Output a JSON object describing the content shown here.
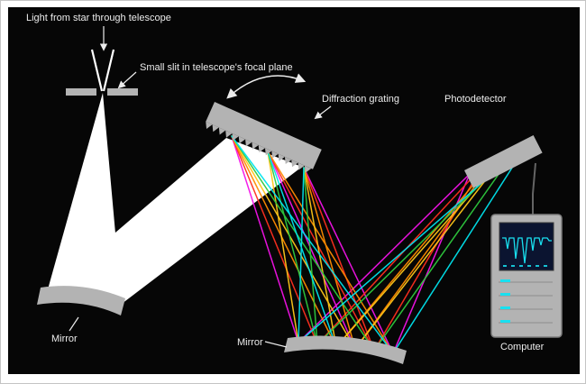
{
  "diagram": {
    "labels": {
      "light_source": "Light from star through telescope",
      "slit": "Small slit in telescope's focal plane",
      "diffraction_grating": "Diffraction grating",
      "photodetector": "Photodetector",
      "mirror_left": "Mirror",
      "mirror_center": "Mirror",
      "computer": "Computer"
    },
    "colors": {
      "background": "#060606",
      "frame": "#ffffff",
      "component_gray": "#b3b3b3",
      "beam_white": "#ffffff",
      "label_text": "#ececec",
      "ray_magenta": "#f412e8",
      "ray_red": "#ff2f1f",
      "ray_orange": "#ff8c00",
      "ray_amber": "#ffc61a",
      "ray_green": "#2fc93e",
      "ray_cyan": "#00e4ee",
      "screen_bg": "#0b1430",
      "screen_trace": "#19e0f0"
    }
  }
}
